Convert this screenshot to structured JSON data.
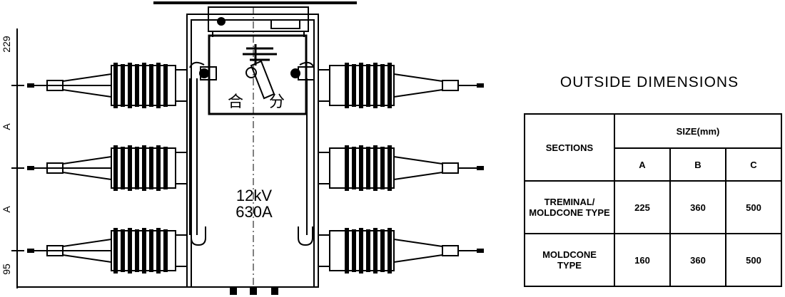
{
  "drawing": {
    "rating_voltage": "12kV",
    "rating_current": "630A",
    "indicator_close": "合",
    "indicator_open": "分",
    "dim_top": "229",
    "dim_a1": "A",
    "dim_a2": "A",
    "dim_bottom": "95"
  },
  "table": {
    "title": "OUTSIDE DIMENSIONS",
    "header_sections": "SECTIONS",
    "header_size": "SIZE(mm)",
    "col_a": "A",
    "col_b": "B",
    "col_c": "C",
    "rows": [
      {
        "line1": "TREMINAL/",
        "line2": "MOLDCONE TYPE",
        "a": "225",
        "b": "360",
        "c": "500"
      },
      {
        "line1": "MOLDCONE",
        "line2": "TYPE",
        "a": "160",
        "b": "360",
        "c": "500"
      }
    ]
  }
}
